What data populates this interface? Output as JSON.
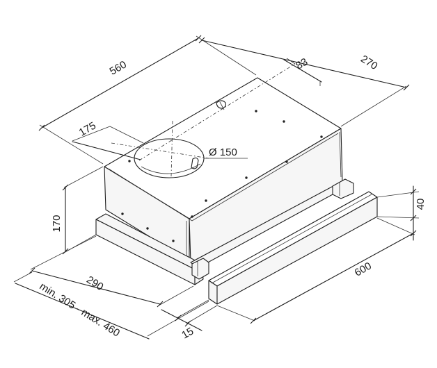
{
  "dimensions": {
    "total_depth": "560",
    "overall_width_label": "270",
    "duct_offset_side": "83",
    "duct_offset_front": "175",
    "duct_diameter": "Ø 150",
    "body_height": "170",
    "body_width": "290",
    "width_range": "min. 305 - max. 460",
    "front_gap": "15",
    "panel_length": "600",
    "panel_height": "40"
  }
}
